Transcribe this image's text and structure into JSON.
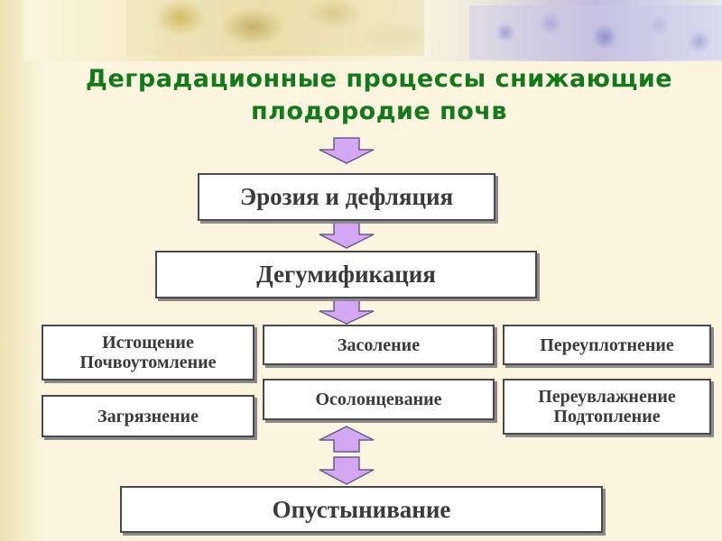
{
  "title": "Деградационные процессы снижающие плодородие почв",
  "boxes": {
    "erosion": "Эрозия и дефляция",
    "dehumification": "Дегумификация",
    "depletion": "Истощение Почвоутомление",
    "salinization": "Засоление",
    "overcompaction": "Переуплотнение",
    "pollution": "Загрязнение",
    "solonetzization": "Осолонцевание",
    "waterlogging": "Переувлажнение Подтопление",
    "desertification": "Опустынивание"
  },
  "colors": {
    "title": "#137a1b",
    "arrow_fill": "#d2a8f2",
    "arrow_stroke": "#6b5b8c",
    "box_border": "#4a4a4a",
    "box_text": "#3a3a3a"
  }
}
